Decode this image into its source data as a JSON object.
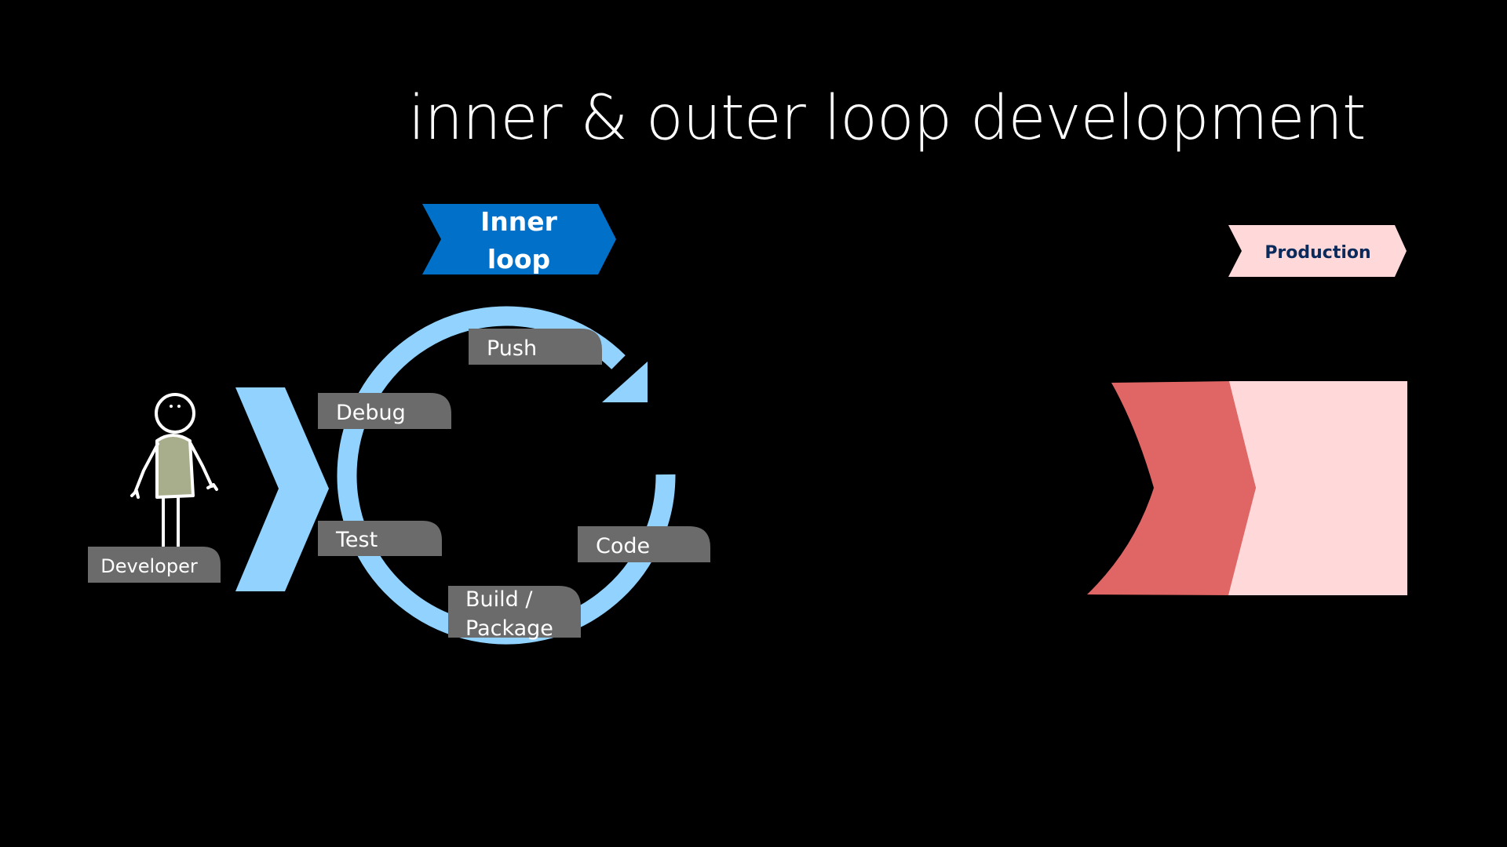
{
  "title": "inner & outer loop development",
  "inner_loop": {
    "line1": "Inner",
    "line2": "loop"
  },
  "production": {
    "label": "Production"
  },
  "developer": {
    "label": "Developer"
  },
  "cycle_steps": {
    "push": "Push",
    "debug": "Debug",
    "test": "Test",
    "code": "Code",
    "build_line1": "Build /",
    "build_line2": "Package"
  },
  "colors": {
    "background": "#000000",
    "inner_loop_banner": "#0070c8",
    "cycle_arrow": "#91d2ff",
    "step_label": "#6b6b6b",
    "production_banner": "#ffd9d9",
    "outer_chevron": "#e06666",
    "production_block": "#ffd9d9",
    "developer_body": "#a8ad8c"
  }
}
